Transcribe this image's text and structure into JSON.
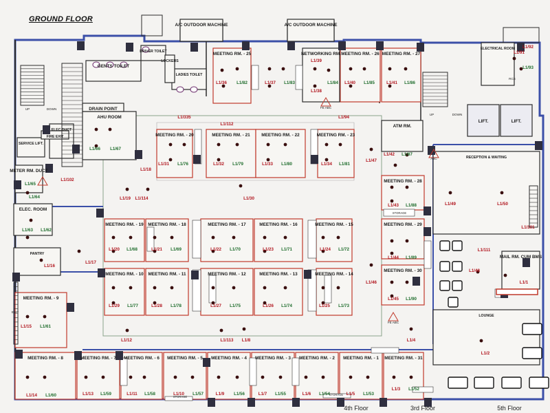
{
  "header": {
    "title": "GROUND FLOOR"
  },
  "colors": {
    "wall": "#2b2b2b",
    "outer_wall": "#3b4fa8",
    "partition": "#c0392b",
    "column": "#2f2f3f",
    "light": "#3a0f0f",
    "label": "#b0121b",
    "label_green": "#1c6b2a",
    "corridor": "#dfe8d8",
    "room_fill": "#f7f6f3"
  },
  "rooms": [
    {
      "id": "mr25",
      "name": "MEETING RM. - 25"
    },
    {
      "id": "mr26",
      "name": "MEETING RM. - 26"
    },
    {
      "id": "mr27",
      "name": "MEETING RM. - 27"
    },
    {
      "id": "net",
      "name": "NETWORKING RM."
    },
    {
      "id": "mr20",
      "name": "MEETING RM. - 20"
    },
    {
      "id": "mr21",
      "name": "MEETING RM. - 21"
    },
    {
      "id": "mr22",
      "name": "MEETING RM. - 22"
    },
    {
      "id": "mr23",
      "name": "MEETING RM. - 23"
    },
    {
      "id": "mr19",
      "name": "MEETING RM. - 19"
    },
    {
      "id": "mr18",
      "name": "MEETING RM. - 18"
    },
    {
      "id": "mr17",
      "name": "MEETING RM. - 17"
    },
    {
      "id": "mr16",
      "name": "MEETING RM. - 16"
    },
    {
      "id": "mr15",
      "name": "MEETING RM. - 15"
    },
    {
      "id": "mr10",
      "name": "MEETING RM. - 10"
    },
    {
      "id": "mr11",
      "name": "MEETING RM. - 11"
    },
    {
      "id": "mr12",
      "name": "MEETING RM. - 12"
    },
    {
      "id": "mr13",
      "name": "MEETING RM. - 13"
    },
    {
      "id": "mr14",
      "name": "MEETING RM. - 14"
    },
    {
      "id": "mr9",
      "name": "MEETING RM. - 9"
    },
    {
      "id": "mr8",
      "name": "MEETING RM. - 8"
    },
    {
      "id": "mr7",
      "name": "MEETING RM. - 7"
    },
    {
      "id": "mr6",
      "name": "MEETING RM. - 6"
    },
    {
      "id": "mr5",
      "name": "MEETING RM. - 5"
    },
    {
      "id": "mr4",
      "name": "MEETING RM. - 4"
    },
    {
      "id": "mr3",
      "name": "MEETING RM. - 3"
    },
    {
      "id": "mr2",
      "name": "MEETING RM. - 2"
    },
    {
      "id": "mr1",
      "name": "MEETING RM. - 1"
    },
    {
      "id": "mr31",
      "name": "MEETING RM. - 31"
    },
    {
      "id": "mr28",
      "name": "MEETING RM. - 28"
    },
    {
      "id": "mr29",
      "name": "MEETING RM. - 29"
    },
    {
      "id": "mr30",
      "name": "MEETING RM. - 30"
    },
    {
      "id": "ahu",
      "name": "AHU ROOM"
    },
    {
      "id": "elec",
      "name": "ELEC. ROOM"
    },
    {
      "id": "pantry",
      "name": "PANTRY"
    },
    {
      "id": "atm",
      "name": "ATM RM."
    },
    {
      "id": "reception",
      "name": "RECEPTION & WAITING"
    },
    {
      "id": "lounge",
      "name": "LOUNGE"
    },
    {
      "id": "lift1",
      "name": "LIFT."
    },
    {
      "id": "lift2",
      "name": "LIFT."
    },
    {
      "id": "service_lift",
      "name": "SERVICE LIFT."
    },
    {
      "id": "meter",
      "name": "METER RM. DUCT"
    },
    {
      "id": "elecduct",
      "name": "ELEC.DUCT"
    },
    {
      "id": "elecroom2",
      "name": "ELECTRICAL ROOM"
    },
    {
      "id": "gents",
      "name": "GENTS TOILET"
    },
    {
      "id": "driver",
      "name": "DRIVER TOILET"
    },
    {
      "id": "ladies",
      "name": "LADIES TOILET"
    },
    {
      "id": "lockers",
      "name": "LOCKERS"
    },
    {
      "id": "ac1",
      "name": "A/C OUTDOOR MACHINE"
    },
    {
      "id": "ac2",
      "name": "A/C OUTDOOR MACHINE"
    },
    {
      "id": "drain",
      "name": "DRAIN POINT"
    },
    {
      "id": "mail",
      "name": "MAIL RM. CUM BMS"
    },
    {
      "id": "fireexit",
      "name": "FIRE EXIT"
    }
  ],
  "light_labels": [
    "L1/36",
    "L1/82",
    "L1/37",
    "L1/83",
    "L1/39",
    "L1/38",
    "L1/84",
    "L1/40",
    "L1/85",
    "L1/41",
    "L1/86",
    "L1/335",
    "L1/112",
    "L1/94",
    "L1/31",
    "L1/76",
    "L1/32",
    "L1/79",
    "L1/33",
    "L1/80",
    "L1/34",
    "L1/81",
    "L1/66",
    "L1/67",
    "L1/18",
    "L1/102",
    "L1/19",
    "L1/114",
    "L1/30",
    "L1/47",
    "L1/42",
    "L1/87",
    "L1/20",
    "L1/68",
    "L1/21",
    "L1/69",
    "L1/22",
    "L1/70",
    "L1/23",
    "L1/71",
    "L1/24",
    "L1/72",
    "L1/29",
    "L1/77",
    "L1/28",
    "L1/78",
    "L1/27",
    "L1/75",
    "L1/26",
    "L1/74",
    "L1/25",
    "L1/73",
    "L1/43",
    "L1/88",
    "L1/44",
    "L1/89",
    "L1/45",
    "L1/90",
    "L1/46",
    "L1/48",
    "L1/111",
    "L1/49",
    "L1/50",
    "L1/101",
    "L1/64",
    "L1/63",
    "L1/62",
    "L1/16",
    "L1/17",
    "L1/15",
    "L1/61",
    "L1/12",
    "L1/113",
    "L1/8",
    "L1/4",
    "L1/2",
    "L1/14",
    "L1/60",
    "L1/13",
    "L1/59",
    "L1/11",
    "L1/58",
    "L1/10",
    "L1/57",
    "L1/9",
    "L1/56",
    "L1/7",
    "L1/55",
    "L1/6",
    "L1/54",
    "L1/5",
    "L1/53",
    "L1/3",
    "L1/52",
    "L1/92",
    "L1/93",
    "L1/91",
    "L1/1",
    "L1/65"
  ],
  "misc_labels": [
    "STORAGE",
    "UP",
    "DOWN",
    "FE ABC",
    "ABC",
    "RCS",
    "EXIT"
  ],
  "floor_tags": [
    "4th Floor",
    "3rd Floor",
    "5th Floor"
  ]
}
